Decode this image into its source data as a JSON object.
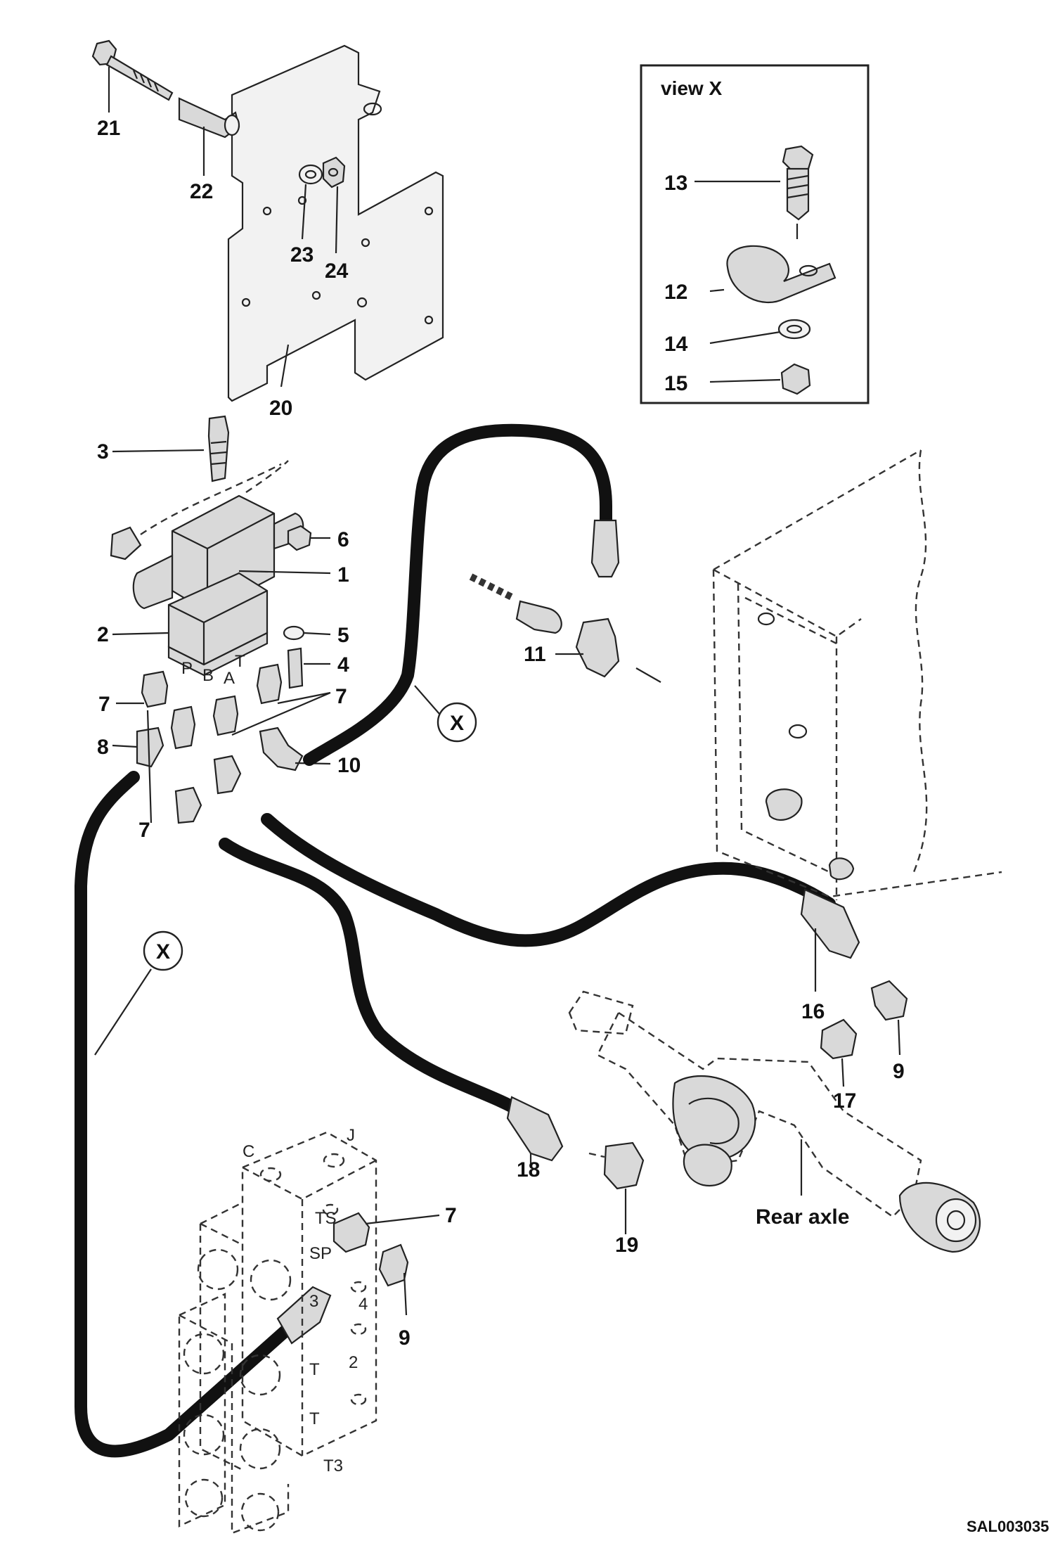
{
  "view_box": {
    "title": "view X"
  },
  "drawing_code": "SAL003035",
  "callouts": [
    {
      "id": "21",
      "text": "21"
    },
    {
      "id": "22",
      "text": "22"
    },
    {
      "id": "23",
      "text": "23"
    },
    {
      "id": "24",
      "text": "24"
    },
    {
      "id": "20",
      "text": "20"
    },
    {
      "id": "13",
      "text": "13"
    },
    {
      "id": "12",
      "text": "12"
    },
    {
      "id": "14",
      "text": "14"
    },
    {
      "id": "15",
      "text": "15"
    },
    {
      "id": "3",
      "text": "3"
    },
    {
      "id": "6",
      "text": "6"
    },
    {
      "id": "1",
      "text": "1"
    },
    {
      "id": "2",
      "text": "2"
    },
    {
      "id": "5",
      "text": "5"
    },
    {
      "id": "4",
      "text": "4"
    },
    {
      "id": "7a",
      "text": "7"
    },
    {
      "id": "7b",
      "text": "7"
    },
    {
      "id": "8",
      "text": "8"
    },
    {
      "id": "10",
      "text": "10"
    },
    {
      "id": "7c",
      "text": "7"
    },
    {
      "id": "11",
      "text": "11"
    },
    {
      "id": "16",
      "text": "16"
    },
    {
      "id": "9a",
      "text": "9"
    },
    {
      "id": "17",
      "text": "17"
    },
    {
      "id": "18",
      "text": "18"
    },
    {
      "id": "19",
      "text": "19"
    },
    {
      "id": "7d",
      "text": "7"
    },
    {
      "id": "9b",
      "text": "9"
    },
    {
      "id": "rear-axle",
      "text": "Rear axle"
    }
  ],
  "hose_markers": [
    {
      "id": "x1",
      "text": "X"
    },
    {
      "id": "x2",
      "text": "X"
    }
  ],
  "port_labels": [
    {
      "id": "P",
      "text": "P"
    },
    {
      "id": "B",
      "text": "B"
    },
    {
      "id": "T",
      "text": "T"
    },
    {
      "id": "A",
      "text": "A"
    },
    {
      "id": "C",
      "text": "C"
    },
    {
      "id": "J",
      "text": "J"
    },
    {
      "id": "TS",
      "text": "TS"
    },
    {
      "id": "SP",
      "text": "SP"
    },
    {
      "id": "n3",
      "text": "3"
    },
    {
      "id": "n4",
      "text": "4"
    },
    {
      "id": "n2",
      "text": "2"
    },
    {
      "id": "T1",
      "text": "T"
    },
    {
      "id": "T2",
      "text": "T"
    },
    {
      "id": "T3",
      "text": "T3"
    }
  ]
}
